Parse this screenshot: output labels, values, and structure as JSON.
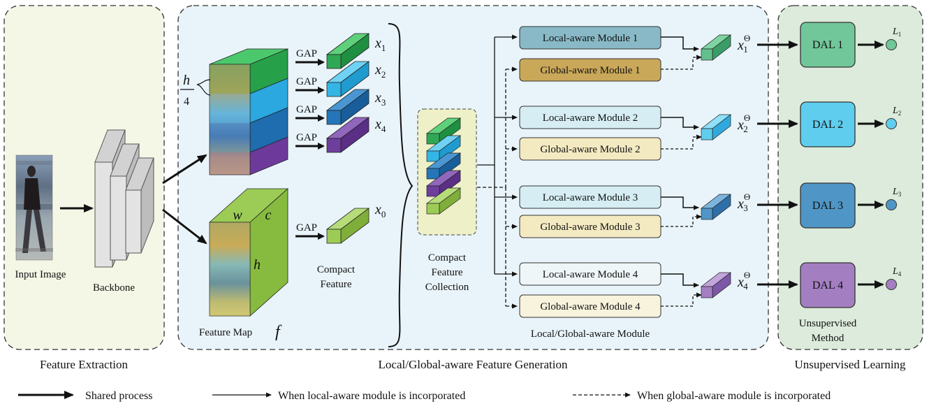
{
  "sections": {
    "feature_extraction": "Feature Extraction",
    "feature_generation": "Local/Global-aware Feature Generation",
    "unsupervised_learning": "Unsupervised Learning"
  },
  "input": {
    "label": "Input Image"
  },
  "backbone": {
    "label": "Backbone"
  },
  "feature_map": {
    "label": "Feature Map",
    "symbol": "f",
    "h4_num": "h",
    "h4_den": "4",
    "w": "w",
    "c": "c",
    "h": "h"
  },
  "gap": "GAP",
  "compact_feature": {
    "line1": "Compact",
    "line2": "Feature"
  },
  "collection": {
    "line1": "Compact",
    "line2": "Feature",
    "line3": "Collection"
  },
  "x_labels": {
    "x": "x",
    "subs": [
      "1",
      "2",
      "3",
      "4",
      "0"
    ],
    "theta": "Θ"
  },
  "modules": {
    "local": [
      "Local-aware Module 1",
      "Local-aware Module 2",
      "Local-aware Module 3",
      "Local-aware Module 4"
    ],
    "global": [
      "Global-aware Module 1",
      "Global-aware Module 2",
      "Global-aware Module 3",
      "Global-aware Module 4"
    ],
    "caption": "Local/Global-aware Module"
  },
  "dal": [
    "DAL 1",
    "DAL 2",
    "DAL 3",
    "DAL 4"
  ],
  "loss": {
    "L": "L",
    "subs": [
      "1",
      "2",
      "3",
      "4"
    ]
  },
  "unsupervised": {
    "line1": "Unsupervised",
    "line2": "Method"
  },
  "legend": {
    "shared": "Shared process",
    "local": "When local-aware module is incorporated",
    "global": "When global-aware module is incorporated"
  },
  "colors": {
    "extraction_bg": "#f4f7e6",
    "generation_bg": "#e9f4fa",
    "learning_bg": "#dcebdb",
    "green": "#2fa855",
    "light_blue": "#33b6e6",
    "blue": "#2476b8",
    "purple": "#6e3e9d",
    "light_green": "#9ccc55",
    "local_module_1": "#89b9c6",
    "global_module_1": "#c9a85a",
    "local_module": "#d6eef3",
    "global_module": "#f4eac2",
    "dal_1": "#72c79a",
    "dal_2": "#5fcdee",
    "dal_3": "#4f96c6",
    "dal_4": "#a37fc2"
  }
}
